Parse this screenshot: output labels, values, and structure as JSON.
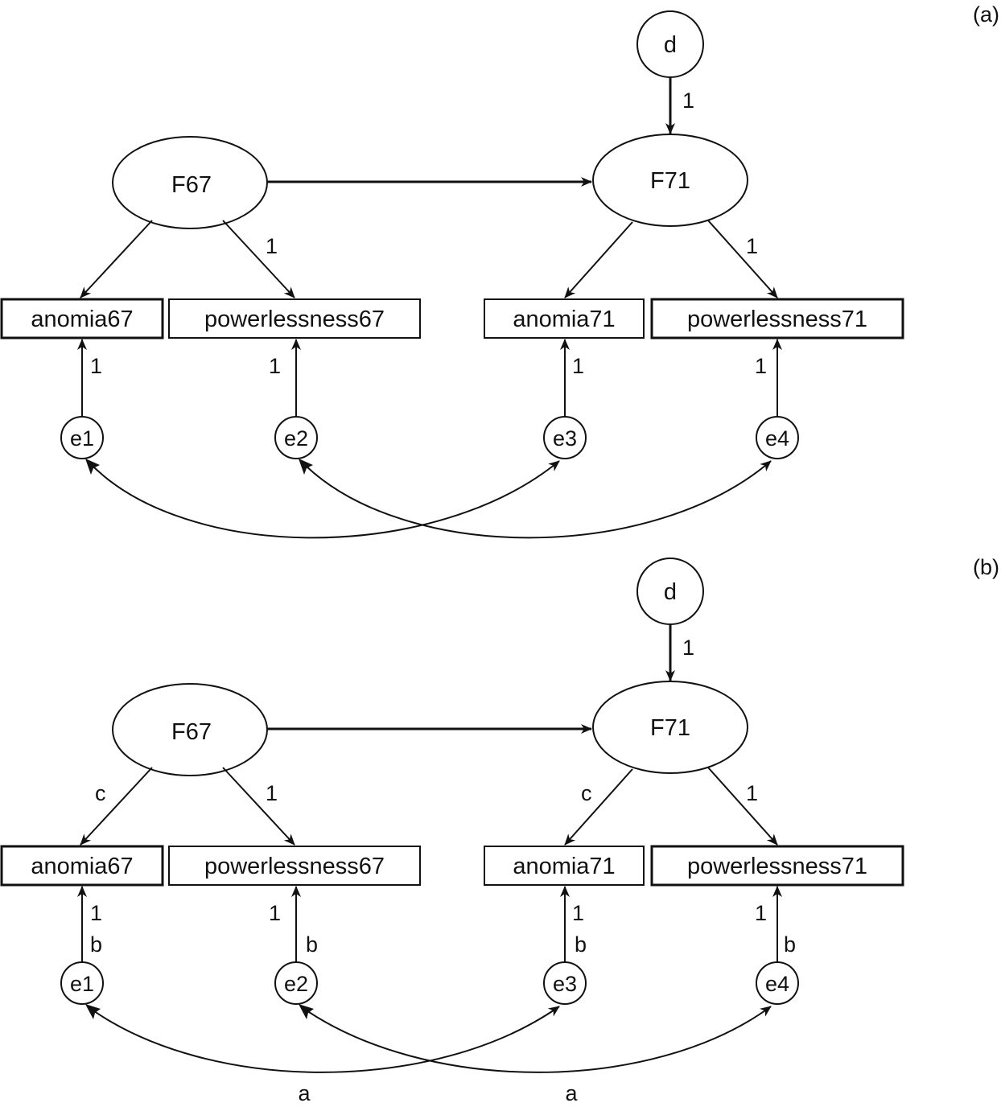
{
  "diagram": {
    "type": "structural-equation-model",
    "panels": [
      {
        "id": "a",
        "panel_label": "(a)",
        "latent": {
          "F67": "F67",
          "F71": "F71",
          "d": "d"
        },
        "observed": [
          "anomia67",
          "powerlessness67",
          "anomia71",
          "powerlessness71"
        ],
        "errors": [
          "e1",
          "e2",
          "e3",
          "e4"
        ],
        "paths": {
          "d_to_F71": "1",
          "F67_to_F71": "",
          "F67_to_anomia67": "",
          "F67_to_powerlessness67": "1",
          "F71_to_anomia71": "",
          "F71_to_powerlessness71": "1",
          "e1_to_anomia67": "1",
          "e2_to_powerlessness67": "1",
          "e3_to_anomia71": "1",
          "e4_to_powerlessness71": "1",
          "e1_e3_cov": "",
          "e2_e4_cov": ""
        },
        "error_variance_labels": [
          "",
          "",
          "",
          ""
        ]
      },
      {
        "id": "b",
        "panel_label": "(b)",
        "latent": {
          "F67": "F67",
          "F71": "F71",
          "d": "d"
        },
        "observed": [
          "anomia67",
          "powerlessness67",
          "anomia71",
          "powerlessness71"
        ],
        "errors": [
          "e1",
          "e2",
          "e3",
          "e4"
        ],
        "paths": {
          "d_to_F71": "1",
          "F67_to_F71": "",
          "F67_to_anomia67": "c",
          "F67_to_powerlessness67": "1",
          "F71_to_anomia71": "c",
          "F71_to_powerlessness71": "1",
          "e1_to_anomia67": "1",
          "e2_to_powerlessness67": "1",
          "e3_to_anomia71": "1",
          "e4_to_powerlessness71": "1",
          "e1_e3_cov": "a",
          "e2_e4_cov": "a"
        },
        "error_variance_labels": [
          "b",
          "b",
          "b",
          "b"
        ]
      }
    ]
  }
}
